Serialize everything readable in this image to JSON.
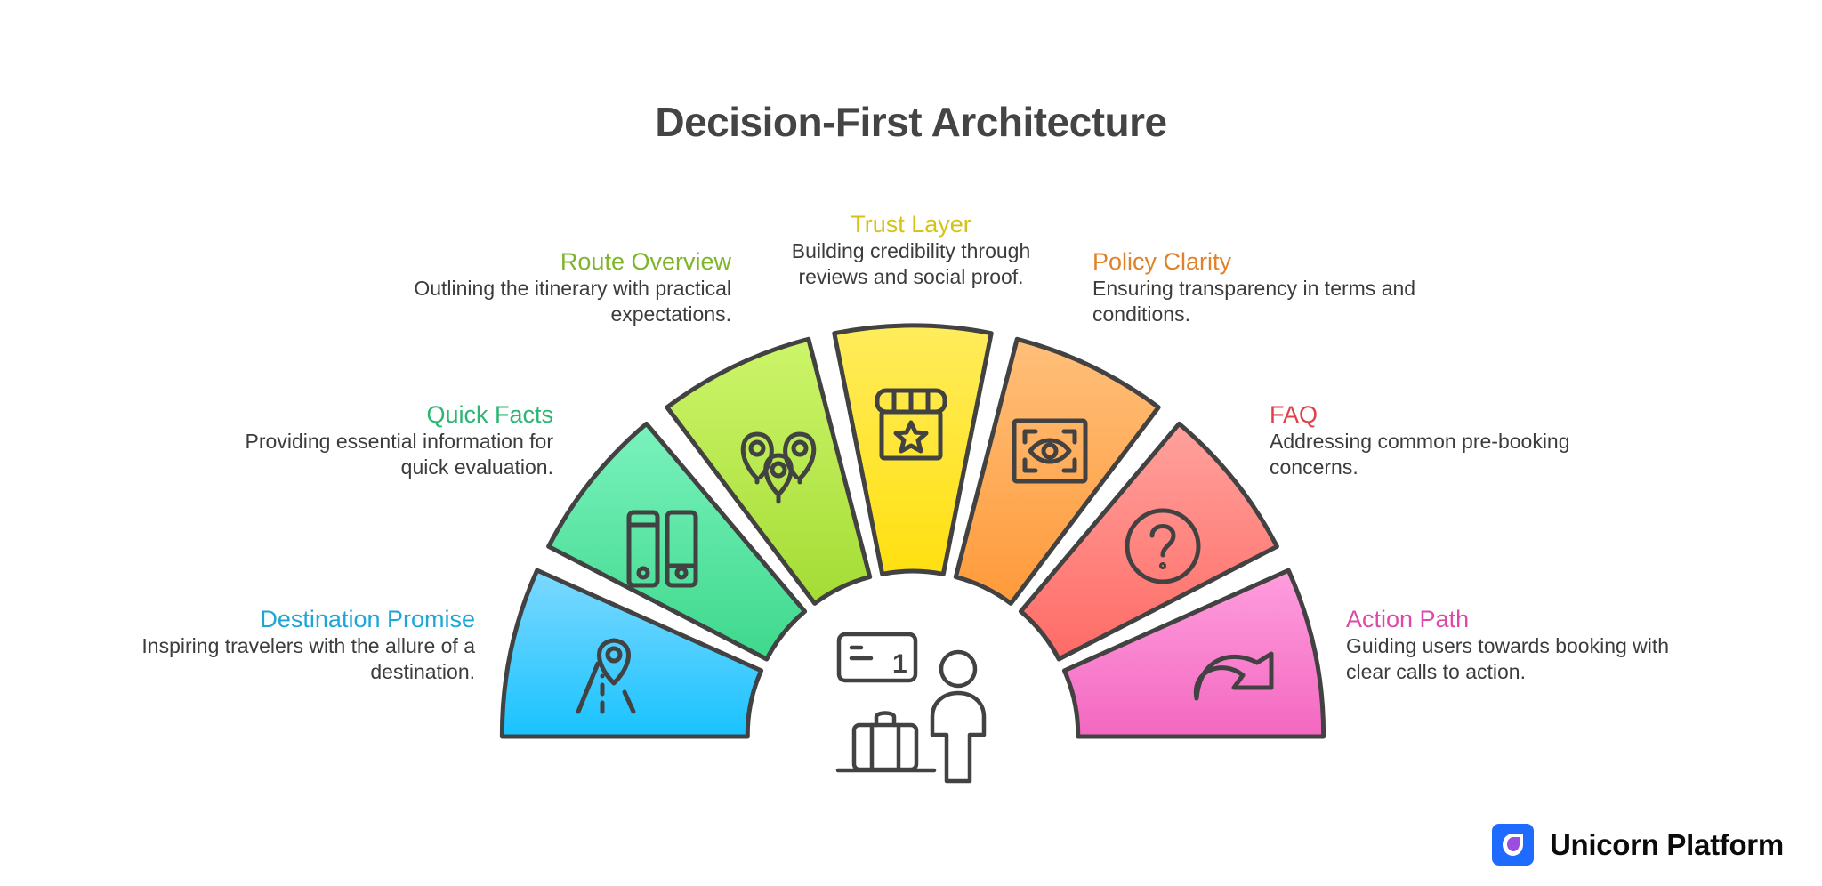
{
  "title": "Decision-First Architecture",
  "colors": {
    "outline": "#424242",
    "title": "#444444",
    "description": "#3c3c3c"
  },
  "segments": [
    {
      "title": "Destination Promise",
      "description_lines": [
        "Inspiring travelers with the allure of a",
        "destination."
      ],
      "icon": "road-pin-icon",
      "title_color": "#1ea6d6",
      "fill_top": "#7dd8ff",
      "fill_bottom": "#19c3ff"
    },
    {
      "title": "Quick Facts",
      "description_lines": [
        "Providing essential information for",
        "quick evaluation."
      ],
      "icon": "binders-icon",
      "title_color": "#2bb673",
      "fill_top": "#7af2bd",
      "fill_bottom": "#3ed88c"
    },
    {
      "title": "Route Overview",
      "description_lines": [
        "Outlining the itinerary with practical",
        "expectations."
      ],
      "icon": "map-pins-icon",
      "title_color": "#7fb52a",
      "fill_top": "#cdf56a",
      "fill_bottom": "#a4dc34"
    },
    {
      "title": "Trust Layer",
      "description_lines": [
        "Building credibility through",
        "reviews and social proof."
      ],
      "icon": "store-star-icon",
      "title_color": "#d4c217",
      "fill_top": "#ffec5c",
      "fill_bottom": "#ffe010"
    },
    {
      "title": "Policy Clarity",
      "description_lines": [
        "Ensuring transparency in terms and",
        "conditions."
      ],
      "icon": "eye-scan-icon",
      "title_color": "#e0822a",
      "fill_top": "#ffbf7a",
      "fill_bottom": "#ff9a3a"
    },
    {
      "title": "FAQ",
      "description_lines": [
        "Addressing common pre-booking",
        "concerns."
      ],
      "icon": "question-circle-icon",
      "title_color": "#e0404a",
      "fill_top": "#ffa19c",
      "fill_bottom": "#ff6b66"
    },
    {
      "title": "Action Path",
      "description_lines": [
        "Guiding users towards booking with",
        "clear calls to action."
      ],
      "icon": "redirect-arrow-icon",
      "title_color": "#dc4aa6",
      "fill_top": "#ff9ede",
      "fill_bottom": "#f368c0"
    }
  ],
  "center_icon": "traveler-checkin-icon",
  "center_sign_text": "1",
  "brand": {
    "name": "Unicorn Platform",
    "mark_color": "#1f6bff",
    "mark_accent": "#9b4dde"
  }
}
